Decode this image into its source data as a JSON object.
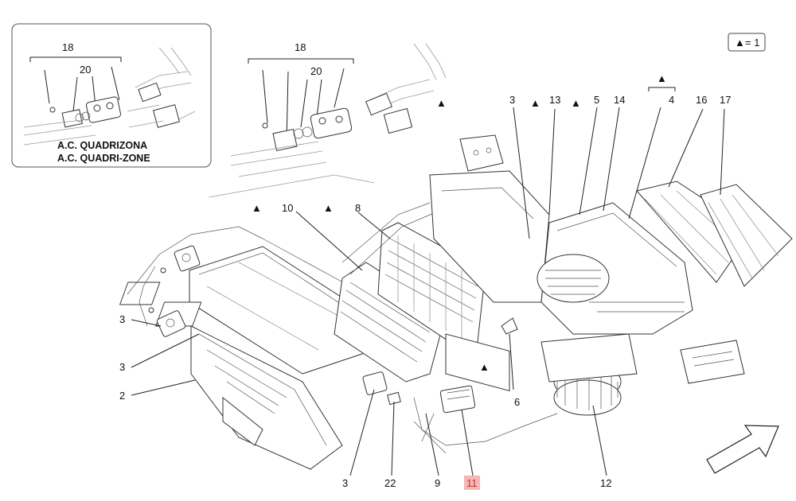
{
  "legend": {
    "symbol": "▲",
    "text": "= 1"
  },
  "inset": {
    "title_line1": "A.C. QUADRIZONA",
    "title_line2": "A.C. QUADRI-ZONE",
    "label_18": "18",
    "label_20": "20"
  },
  "callouts": {
    "c18": "18",
    "c20": "20",
    "c10": "10",
    "c8": "8",
    "c3a": "3",
    "c13": "13",
    "c5": "5",
    "c14": "14",
    "c4": "4",
    "c16": "16",
    "c17": "17",
    "c3b": "3",
    "c3c": "3",
    "c2": "2",
    "c6": "6",
    "c3d": "3",
    "c22": "22",
    "c9": "9",
    "c11": "11",
    "c12": "12"
  },
  "triangle_symbol": "▲",
  "colors": {
    "highlight_fill": "#f4b6b6",
    "highlight_text": "#c0392b",
    "line": "#222222"
  }
}
